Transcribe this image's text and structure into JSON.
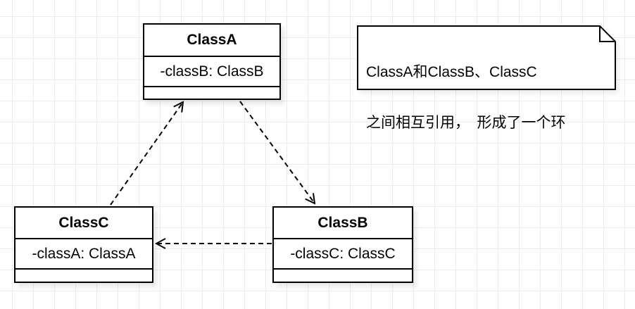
{
  "diagram": {
    "type": "uml-class-diagram",
    "colors": {
      "stroke": "#000000",
      "fill": "#ffffff",
      "grid": "#ececee",
      "text": "#000000"
    },
    "classes": [
      {
        "name": "ClassA",
        "attribute": "-classB: ClassB"
      },
      {
        "name": "ClassB",
        "attribute": "-classC: ClassC"
      },
      {
        "name": "ClassC",
        "attribute": "-classA: ClassA"
      }
    ],
    "note": {
      "line1": "ClassA和ClassB、ClassC",
      "line2": "之间相互引用，　形成了一个环"
    },
    "relations": [
      {
        "from": "ClassC",
        "to": "ClassA",
        "style": "dashed",
        "arrow": "open"
      },
      {
        "from": "ClassA",
        "to": "ClassB",
        "style": "dashed",
        "arrow": "open"
      },
      {
        "from": "ClassB",
        "to": "ClassC",
        "style": "dashed",
        "arrow": "open"
      }
    ]
  }
}
